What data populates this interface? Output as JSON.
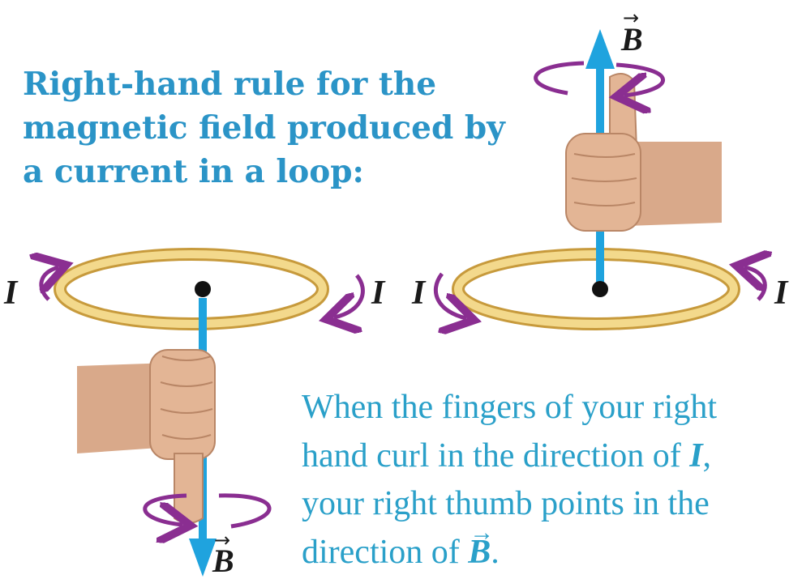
{
  "title": {
    "line1": "Right-hand rule for the",
    "line2": "magnetic field produced by",
    "line3": "a current in a loop:"
  },
  "caption": {
    "line1": "When the fingers of your right",
    "line2a": "hand curl in the direction of ",
    "current_symbol": "I",
    "line2b": ",",
    "line3": "your right thumb points in the",
    "line4a": "direction of ",
    "field_symbol": "B",
    "line4b": "."
  },
  "labels": {
    "current": "I",
    "field": "B",
    "vector_arrow": "→"
  },
  "colors": {
    "text_blue": "#2b94c7",
    "field_arrow": "#1fa3de",
    "curl_arrow": "#8a2e91",
    "loop_gold": "#d9b55a",
    "loop_fill": "#f3e3a6",
    "skin": "#e0b594"
  }
}
